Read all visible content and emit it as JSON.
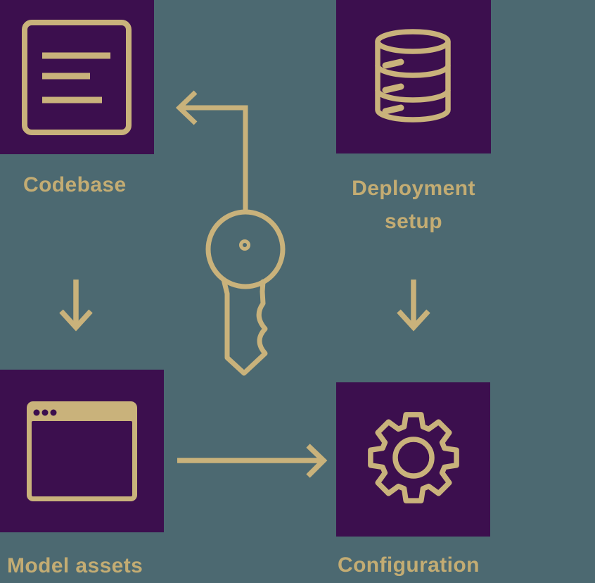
{
  "palette": {
    "background": "#4C6971",
    "tile": "#3C0F4E",
    "gold": "#C9B27B",
    "label": "#C3AC73"
  },
  "nodes": [
    {
      "id": "codebase",
      "label": "Codebase",
      "icon": "document-icon"
    },
    {
      "id": "deployment-setup",
      "label": "Deployment setup",
      "label_lines": [
        "Deployment",
        "setup"
      ],
      "icon": "database-icon"
    },
    {
      "id": "model-assets",
      "label": "Model assets",
      "icon": "browser-window-icon"
    },
    {
      "id": "configuration",
      "label": "Configuration",
      "icon": "gear-icon"
    }
  ],
  "center_symbol": {
    "id": "key",
    "icon": "key-icon"
  },
  "connectors": [
    {
      "id": "key-to-codebase",
      "type": "elbow-arrow",
      "from": "key",
      "to": "codebase",
      "direction": "left"
    },
    {
      "id": "codebase-to-model-assets",
      "type": "arrow",
      "from": "codebase",
      "to": "model-assets",
      "direction": "down"
    },
    {
      "id": "deployment-setup-to-configuration",
      "type": "arrow",
      "from": "deployment-setup",
      "to": "configuration",
      "direction": "down"
    },
    {
      "id": "model-assets-to-configuration",
      "type": "arrow",
      "from": "model-assets",
      "to": "configuration",
      "direction": "right"
    }
  ]
}
